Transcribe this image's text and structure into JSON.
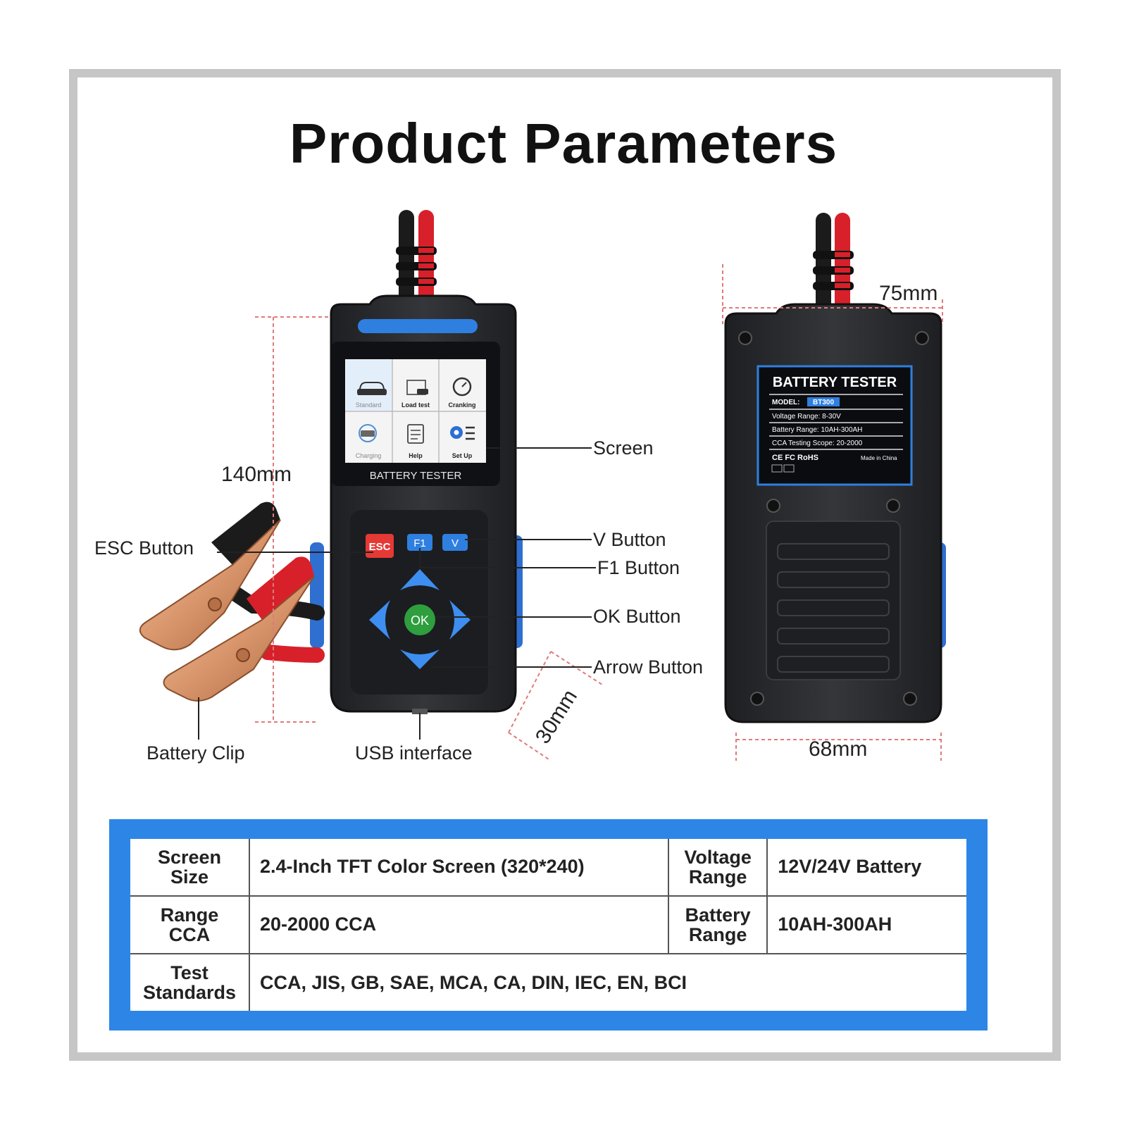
{
  "title": "Product Parameters",
  "device_screen": {
    "tiles": [
      "Standard",
      "Load test",
      "Cranking",
      "Charging",
      "Help",
      "Set Up"
    ],
    "brand": "BATTERY TESTER"
  },
  "keypad": {
    "esc": "ESC",
    "f1": "F1",
    "v": "V",
    "ok": "OK"
  },
  "callouts": {
    "screen": "Screen",
    "v_button": "V Button",
    "f1_button": "F1 Button",
    "ok_button": "OK Button",
    "arrow_button": "Arrow Button",
    "esc_button": "ESC Button",
    "battery_clip": "Battery Clip",
    "usb_interface": "USB interface"
  },
  "dimensions": {
    "height": "140mm",
    "depth": "30mm",
    "top_width": "75mm",
    "bottom_width": "68mm"
  },
  "back_label": {
    "title": "BATTERY TESTER",
    "model_label": "MODEL:",
    "model_value": "BT300",
    "voltage": "Voltage Range: 8-30V",
    "battery": "Battery Range: 10AH-300AH",
    "cca": "CCA Testing Scope: 20-2000",
    "certs": "CE FC RoHS",
    "made_in": "Made in China"
  },
  "spec_table": {
    "rows": [
      {
        "k1a": "Screen",
        "k1b": "Size",
        "v1": "2.4-Inch TFT Color Screen (320*240)",
        "k2a": "Voltage",
        "k2b": "Range",
        "v2": "12V/24V Battery"
      },
      {
        "k1a": "Range",
        "k1b": "CCA",
        "v1": "20-2000 CCA",
        "k2a": "Battery",
        "k2b": "Range",
        "v2": "10AH-300AH"
      },
      {
        "k1a": "Test",
        "k1b": "Standards",
        "v1": "CCA,  JIS,  GB,  SAE,  MCA,  CA,  DIN,  IEC,  EN,  BCI"
      }
    ]
  },
  "colors": {
    "accent_blue": "#2d86e6",
    "body_dark": "#2a2b2e",
    "esc_red": "#e53935",
    "ok_green": "#2e9e3e",
    "dim_line": "#e07a7a"
  }
}
